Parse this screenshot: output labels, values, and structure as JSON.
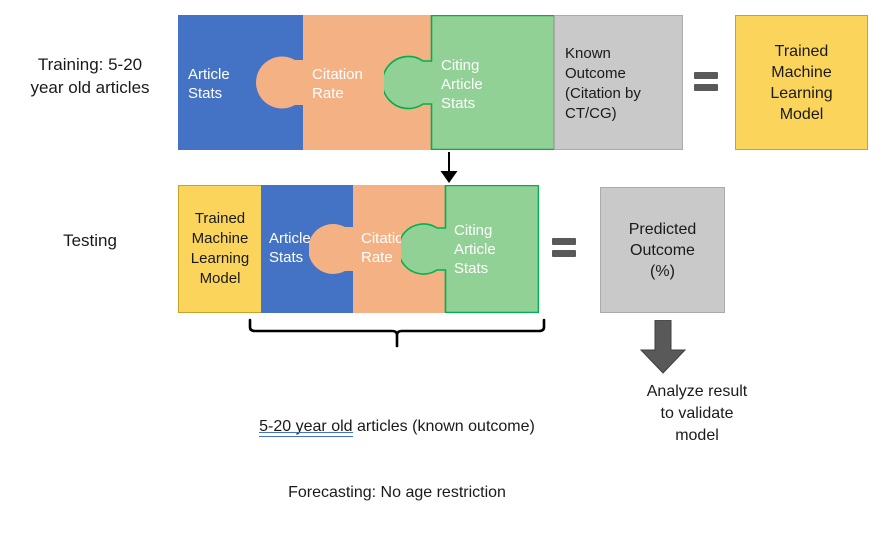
{
  "diagram": {
    "title_row1_label": "Training: 5-20\nyear old articles",
    "title_row2_label": "Testing",
    "colors": {
      "blue": "#4472C4",
      "orange": "#F4B183",
      "green": "#92D195",
      "green_stroke": "#00B050",
      "yellow": "#FBD45C",
      "gray": "#C9C9C9",
      "arrow_gray": "#595959",
      "text_dark": "#1a1a1a",
      "text_light": "#ffffff",
      "spellcheck_underline": "#4472C4"
    },
    "row1": {
      "label": "Training: 5-20\nyear old articles",
      "pieces": [
        {
          "name": "article-stats",
          "text": "Article\nStats",
          "color": "blue"
        },
        {
          "name": "citation-rate",
          "text": "Citation\nRate",
          "color": "orange"
        },
        {
          "name": "citing-article-stats",
          "text": "Citing\nArticle\nStats",
          "color": "green"
        },
        {
          "name": "known-outcome",
          "text": "Known\nOutcome\n(Citation by\nCT/CG)",
          "color": "gray"
        }
      ],
      "operator": "=",
      "result": {
        "name": "trained-machine-learning-model",
        "text": "Trained\nMachine\nLearning\nModel",
        "color": "yellow"
      }
    },
    "row2": {
      "label": "Testing",
      "pieces": [
        {
          "name": "trained-machine-learning-model",
          "text": "Trained\nMachine\nLearning\nModel",
          "color": "yellow"
        },
        {
          "name": "article-stats",
          "text": "Article\nStats",
          "color": "blue"
        },
        {
          "name": "citation-rate",
          "text": "Citation\nRate",
          "color": "orange"
        },
        {
          "name": "citing-article-stats",
          "text": "Citing\nArticle\nStats",
          "color": "green"
        }
      ],
      "operator": "=",
      "result": {
        "name": "predicted-outcome",
        "text": "Predicted\nOutcome\n(%)",
        "color": "gray"
      }
    },
    "brace_caption": {
      "line1_underlined": "5-20 year old",
      "line1_rest": " articles (known outcome)",
      "line2": "Forecasting: No age restriction"
    },
    "final_note": "Analyze result\nto validate\nmodel",
    "icons": {
      "down_arrow_thin": "down-arrow-icon",
      "down_arrow_block": "block-down-arrow-icon",
      "equals": "equals-icon",
      "brace": "curly-brace-icon"
    }
  }
}
